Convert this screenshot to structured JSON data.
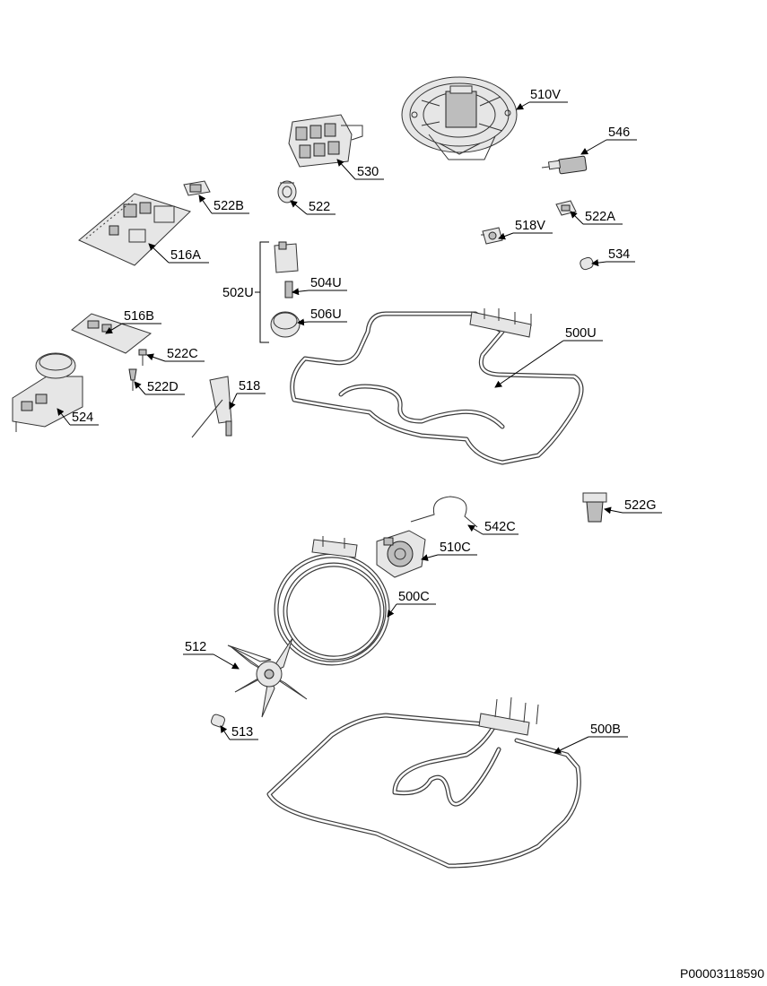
{
  "labels": {
    "l510V": "510V",
    "l546": "546",
    "l530": "530",
    "l522": "522",
    "l522B": "522B",
    "l522A": "522A",
    "l518V": "518V",
    "l534": "534",
    "l516A": "516A",
    "l502U": "502U",
    "l504U": "504U",
    "l506U": "506U",
    "l516B": "516B",
    "l500U": "500U",
    "l522C": "522C",
    "l522D": "522D",
    "l518": "518",
    "l524": "524",
    "l522G": "522G",
    "l542C": "542C",
    "l510C": "510C",
    "l500C": "500C",
    "l512": "512",
    "l513": "513",
    "l500B": "500B"
  },
  "reference_code": "P00003118590"
}
